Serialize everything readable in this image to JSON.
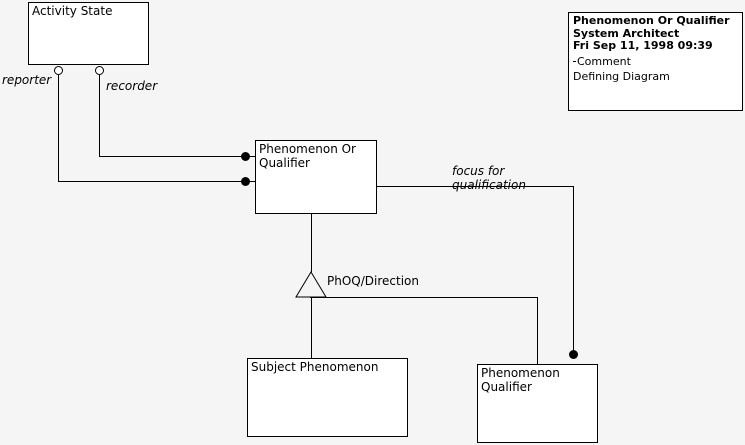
{
  "diagram": {
    "type": "uml-class-diagram",
    "background_color": "#f5f5f5",
    "line_color": "#000000",
    "node_fill": "#ffffff"
  },
  "title_block": {
    "title": "Phenomenon Or Qualifier",
    "author": "System Architect",
    "date": "Fri Sep 11, 1998  09:39",
    "comment_legend": "Comment",
    "comment_body": "Defining Diagram"
  },
  "nodes": [
    {
      "id": "activity-state",
      "label": "Activity State"
    },
    {
      "id": "phen-or-qual",
      "label": "Phenomenon Or\nQualifier"
    },
    {
      "id": "subject-phen",
      "label": "Subject Phenomenon"
    },
    {
      "id": "phen-qual",
      "label": "Phenomenon\nQualifier"
    }
  ],
  "edge_labels": {
    "reporter": "reporter",
    "recorder": "recorder",
    "focus_for_qualification": "focus for\nqualification",
    "phoq_direction": "PhOQ/Direction"
  }
}
